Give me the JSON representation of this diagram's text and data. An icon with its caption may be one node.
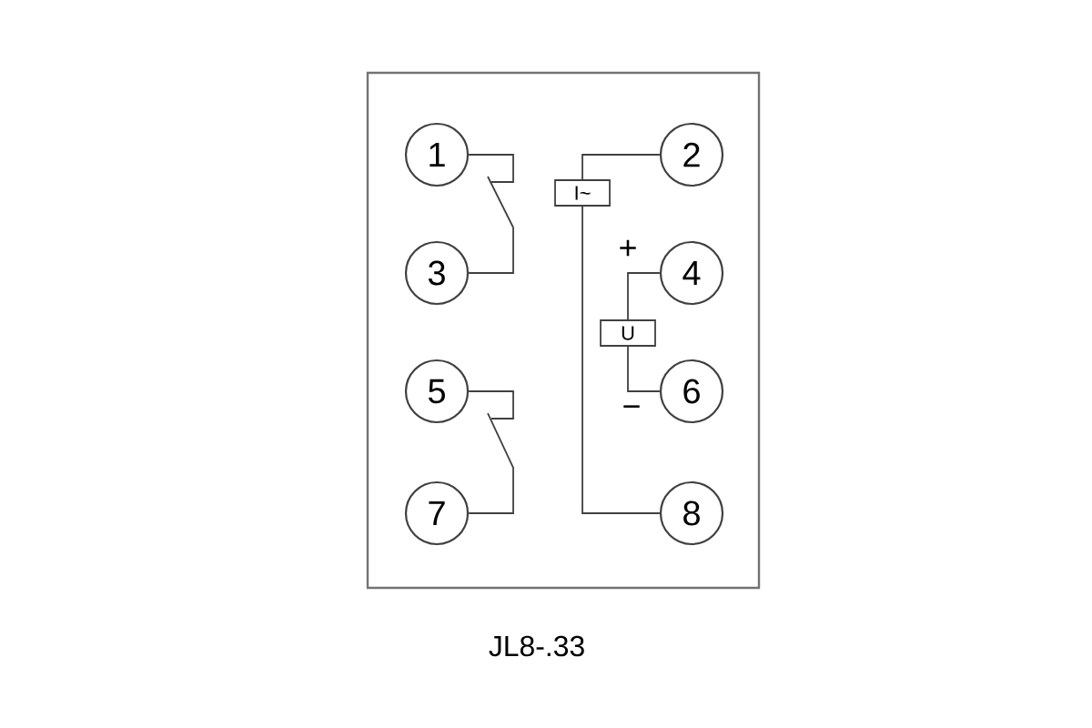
{
  "diagram": {
    "caption": "JL8-.33",
    "nodes": [
      {
        "text": [
          "1"
        ]
      },
      {
        "text": [
          "2"
        ]
      },
      {
        "text": [
          "I~"
        ]
      },
      {
        "text": [
          "3"
        ]
      },
      {
        "text": [
          "4"
        ]
      },
      {
        "text": [
          "U"
        ]
      },
      {
        "text": [
          "5"
        ]
      },
      {
        "text": [
          "6"
        ]
      },
      {
        "text": [
          "7"
        ]
      },
      {
        "text": [
          "8"
        ]
      }
    ],
    "edges": [
      {
        "from": 0,
        "to": 3,
        "arrow": "none"
      },
      {
        "from": 6,
        "to": 8,
        "arrow": "none"
      },
      {
        "from": 1,
        "to": 2,
        "arrow": "none"
      },
      {
        "from": 2,
        "to": 9,
        "arrow": "none"
      },
      {
        "from": 4,
        "to": 5,
        "arrow": "none"
      },
      {
        "from": 5,
        "to": 7,
        "arrow": "none"
      }
    ],
    "labels": [
      "+",
      "−"
    ]
  }
}
